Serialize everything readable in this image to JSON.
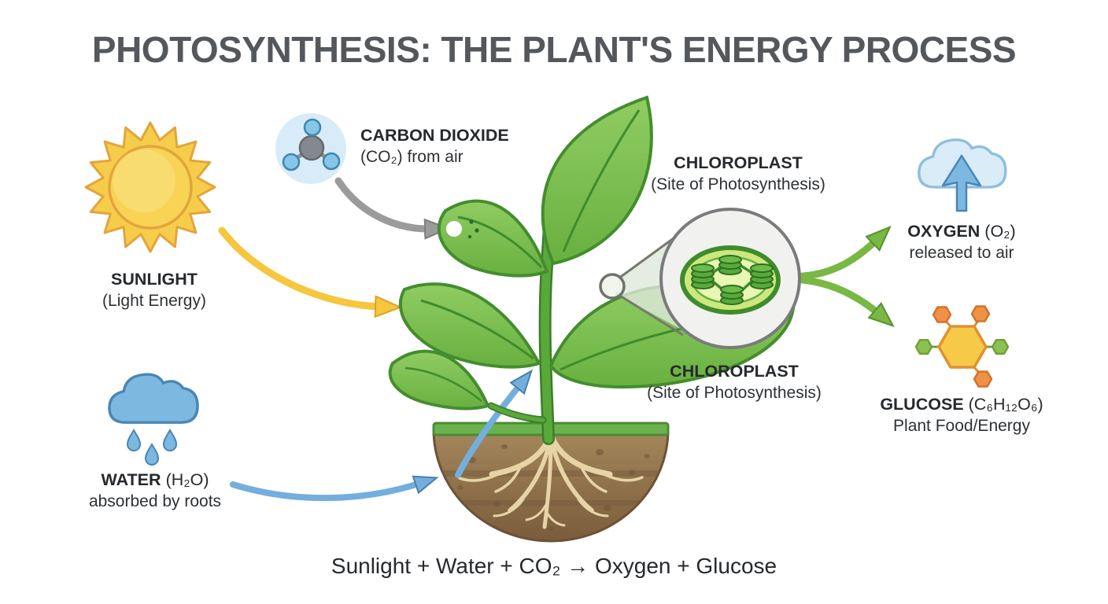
{
  "title": "PHOTOSYNTHESIS: THE PLANT'S ENERGY PROCESS",
  "labels": {
    "sunlight": {
      "name": "SUNLIGHT",
      "detail": "(Light Energy)"
    },
    "carbon_dioxide": {
      "name": "CARBON DIOXIDE",
      "detail": "(CO₂) from air"
    },
    "chloroplast_top": {
      "name": "CHLOROPLAST",
      "detail": "(Site of Photosynthesis)"
    },
    "chloroplast_bottom": {
      "name": "CHLOROPLAST",
      "detail": "(Site of Photosynthesis)"
    },
    "oxygen": {
      "name": "OXYGEN",
      "formula": "(O₂)",
      "detail": "released to air"
    },
    "glucose": {
      "name": "GLUCOSE",
      "formula": "(C₆H₁₂O₆)",
      "detail": "Plant Food/Energy"
    },
    "water": {
      "name": "WATER",
      "formula": "(H₂O)",
      "detail": "absorbed by roots"
    }
  },
  "equation": "Sunlight + Water + CO₂ → Oxygen + Glucose",
  "icons": {
    "sun": "sun-icon",
    "co2_molecule": "co2-molecule-icon",
    "rain_cloud": "rain-cloud-icon",
    "oxygen_cloud": "oxygen-cloud-icon",
    "oxygen_up_arrow": "oxygen-up-arrow-icon",
    "glucose_molecule": "glucose-molecule-icon",
    "plant": "plant-icon",
    "soil": "soil-icon",
    "magnifier_callout": "magnifier-callout",
    "chloroplast": "chloroplast-icon"
  },
  "colors": {
    "title_text": "#54585c",
    "label_text": "#26292d",
    "leaf_green": "#7cc24f",
    "leaf_outline": "#448d2e",
    "stem_green": "#58a93a",
    "sun_yellow": "#f6cd4a",
    "sun_outline": "#e2a53c",
    "sunlight_arrow": "#f5c63e",
    "co2_arrow": "#9b9b9b",
    "water_blue": "#74aede",
    "water_outline": "#4a86b5",
    "green_arrow": "#79b844",
    "soil_brown": "#8d7049",
    "soil_grass": "#6bb14d",
    "root_tan": "#e7d4a6",
    "glucose_yellow": "#f7c948",
    "glucose_orange": "#ef9146",
    "glucose_green": "#8cc152",
    "chloroplast_fill": "#cde77e",
    "chloroplast_outline": "#3f8c2c",
    "co2_circle_bg": "#d8ebf8",
    "molecule_gray": "#84898e",
    "molecule_blue": "#86c6e8",
    "oxygen_cloud_fill": "#d9ecf8"
  }
}
